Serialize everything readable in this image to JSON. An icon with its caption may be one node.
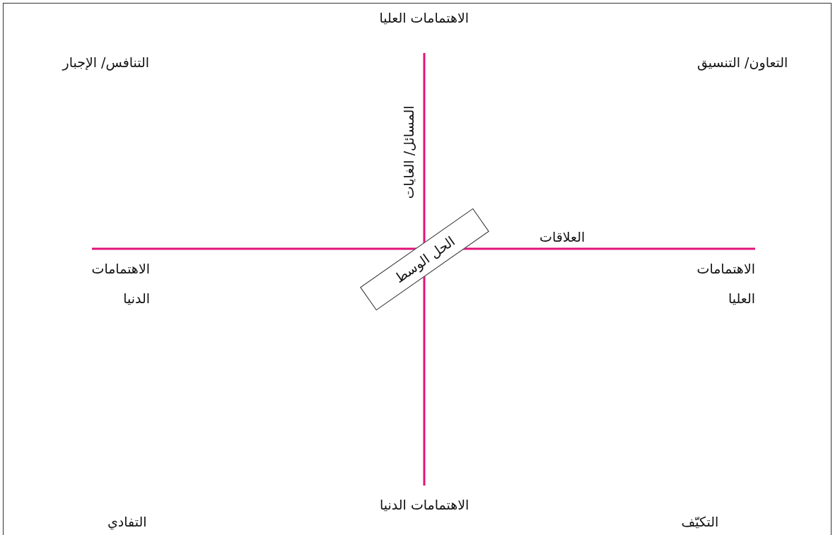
{
  "diagram": {
    "nodes": [
      {
        "text": [
          "الحل الوسط"
        ]
      }
    ],
    "edges": [],
    "labels": [
      "الاهتمامات العليا",
      "التنافس/ الإجبار",
      "التعاون/ التنسيق",
      "المسائل/ الغايات",
      "العلاقات",
      "الاهتمامات الدنيا",
      "الاهتمامات العليا",
      "الاهتمامات الدنيا",
      "التفادي",
      "التكيّف"
    ]
  }
}
